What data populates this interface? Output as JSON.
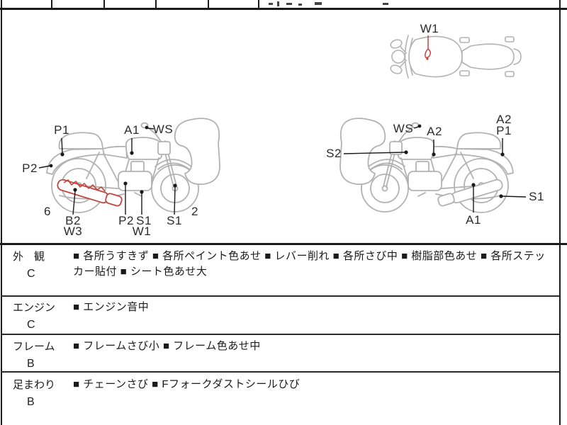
{
  "diagram": {
    "labels": {
      "p1": "P1",
      "p2": "P2",
      "a1": "A1",
      "a2": "A2",
      "s1": "S1",
      "s2": "S2",
      "w1": "W1",
      "w3": "W3",
      "b2": "B2",
      "ws": "WS",
      "num6": "6",
      "num2": "2"
    },
    "marks": {
      "muffler_damage_color": "#c2453e",
      "tank_mark_color": "#c2453e"
    },
    "outline_color": "#b2b2b2"
  },
  "table": {
    "rows": [
      {
        "category": "外　観",
        "grade": "C",
        "notes": "■ 各所うすきず ■ 各所ペイント色あせ ■ レバー削れ ■ 各所さび中 ■ 樹脂部色あせ ■ 各所ステッカー貼付 ■ シート色あせ大"
      },
      {
        "category": "エンジン",
        "grade": "C",
        "notes": "■ エンジン音中"
      },
      {
        "category": "フレーム",
        "grade": "B",
        "notes": "■ フレームさび小 ■ フレーム色あせ中"
      },
      {
        "category": "足まわり",
        "grade": "B",
        "notes": "■ チェーンさび ■ Fフォークダストシールひび"
      }
    ]
  }
}
